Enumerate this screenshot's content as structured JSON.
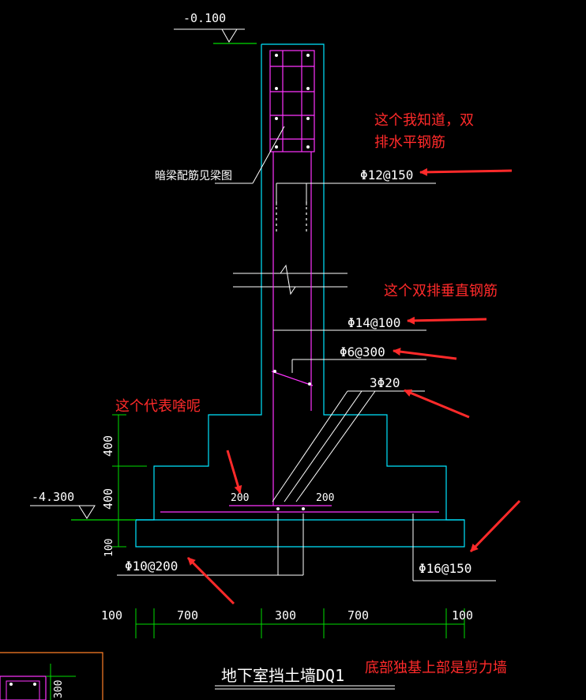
{
  "elevations": {
    "top": "-0.100",
    "bottom": "-4.300"
  },
  "labels": {
    "beam_ref": "暗梁配筋见梁图",
    "horizontal_rebar": "Φ12@150",
    "vertical_rebar": "Φ14@100",
    "tie_rebar": "Φ6@300",
    "corner_rebar": "3Φ20",
    "bottom_left_rebar": "Φ10@200",
    "bottom_right_rebar": "Φ16@150",
    "cover_left": "200",
    "cover_right": "200",
    "title": "地下室挡土墙DQ1",
    "small_dim": "300"
  },
  "dimensions": {
    "vertical": [
      "400",
      "400",
      "100"
    ],
    "horizontal": [
      "100",
      "700",
      "300",
      "700",
      "100"
    ]
  },
  "annotations": {
    "note_horizontal_line1": "这个我知道，双",
    "note_horizontal_line2": "排水平钢筋",
    "note_vertical": "这个双排垂直钢筋",
    "note_question": "这个代表啥呢",
    "note_bottom": "底部独基上部是剪力墙"
  },
  "colors": {
    "background": "#000000",
    "outline": "#00e5ff",
    "rebar": "#ff33ff",
    "dimension": "#00dd00",
    "text": "#ffffff",
    "annotation": "#ff2a2a",
    "frame": "#ff7f27"
  }
}
